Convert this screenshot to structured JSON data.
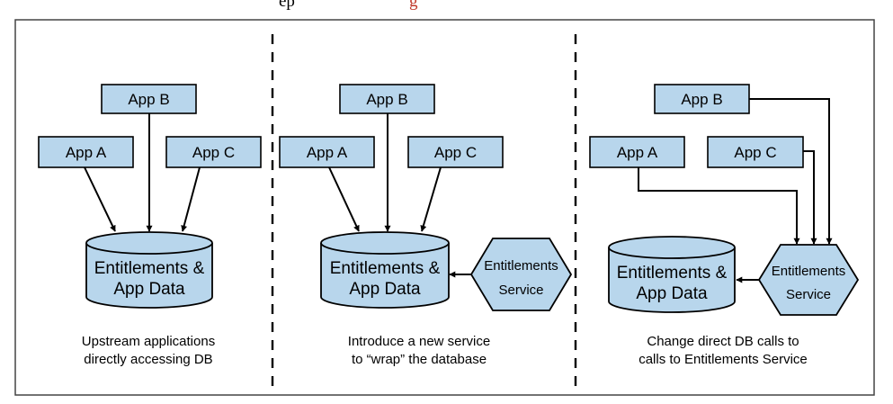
{
  "cropped_heading": {
    "text_fragment": "ep",
    "link_fragment": "g"
  },
  "colors": {
    "box_fill": "#b8d6ec",
    "stroke": "#000000",
    "link_text": "#c0392b"
  },
  "panels": [
    {
      "apps": {
        "a": "App A",
        "b": "App B",
        "c": "App C"
      },
      "database": {
        "line1": "Entitlements &",
        "line2": "App Data"
      },
      "caption": {
        "line1": "Upstream applications",
        "line2": "directly accessing DB"
      }
    },
    {
      "apps": {
        "a": "App A",
        "b": "App B",
        "c": "App C"
      },
      "database": {
        "line1": "Entitlements &",
        "line2": "App Data"
      },
      "service": {
        "line1": "Entitlements",
        "line2": "Service"
      },
      "caption": {
        "line1": "Introduce a new service",
        "line2": "to “wrap” the database"
      }
    },
    {
      "apps": {
        "a": "App A",
        "b": "App B",
        "c": "App C"
      },
      "database": {
        "line1": "Entitlements &",
        "line2": "App Data"
      },
      "service": {
        "line1": "Entitlements",
        "line2": "Service"
      },
      "caption": {
        "line1": "Change direct DB calls to",
        "line2": "calls to Entitlements Service"
      }
    }
  ]
}
